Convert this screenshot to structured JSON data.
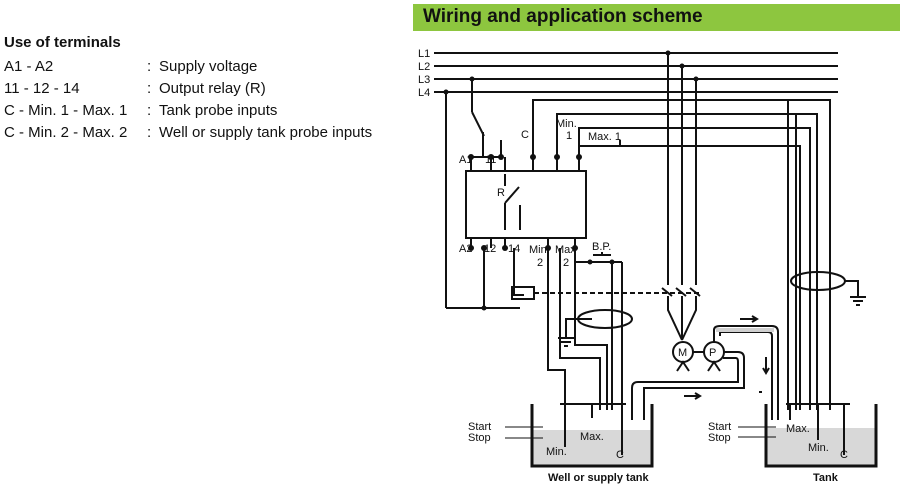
{
  "terminals": {
    "heading": "Use of terminals",
    "rows": [
      {
        "code": "A1 - A2",
        "sep": ":",
        "desc": "Supply voltage"
      },
      {
        "code": "11 - 12 - 14",
        "sep": ":",
        "desc": "Output relay (R)"
      },
      {
        "code": "C - Min. 1 - Max. 1",
        "sep": ":",
        "desc": "Tank probe inputs"
      },
      {
        "code": "C - Min. 2 - Max. 2",
        "sep": ":",
        "desc": "Well or supply tank probe inputs"
      }
    ]
  },
  "scheme": {
    "title": "Wiring and application scheme",
    "banner_color": "#8dc63f",
    "lines": [
      "L1",
      "L2",
      "L3",
      "L4"
    ],
    "relay": {
      "top_terminals": [
        "A1",
        "11"
      ],
      "c_label": "C",
      "min1": "Min.\n1",
      "max1": "Max. 1",
      "r_label": "R",
      "bottom_terminals": [
        "A2",
        "12",
        "14"
      ],
      "min2": "Min.\n2",
      "max2": "Max\n2",
      "bp": "B.P."
    },
    "motor": "M",
    "pump": "P",
    "well": {
      "name": "Well or supply tank",
      "start": "Start",
      "stop": "Stop",
      "max": "Max.",
      "min": "Min.",
      "c": "C"
    },
    "tank": {
      "name": "Tank",
      "start": "Start",
      "stop": "Stop",
      "max": "Max.",
      "min": "Min.",
      "c": "C"
    }
  }
}
